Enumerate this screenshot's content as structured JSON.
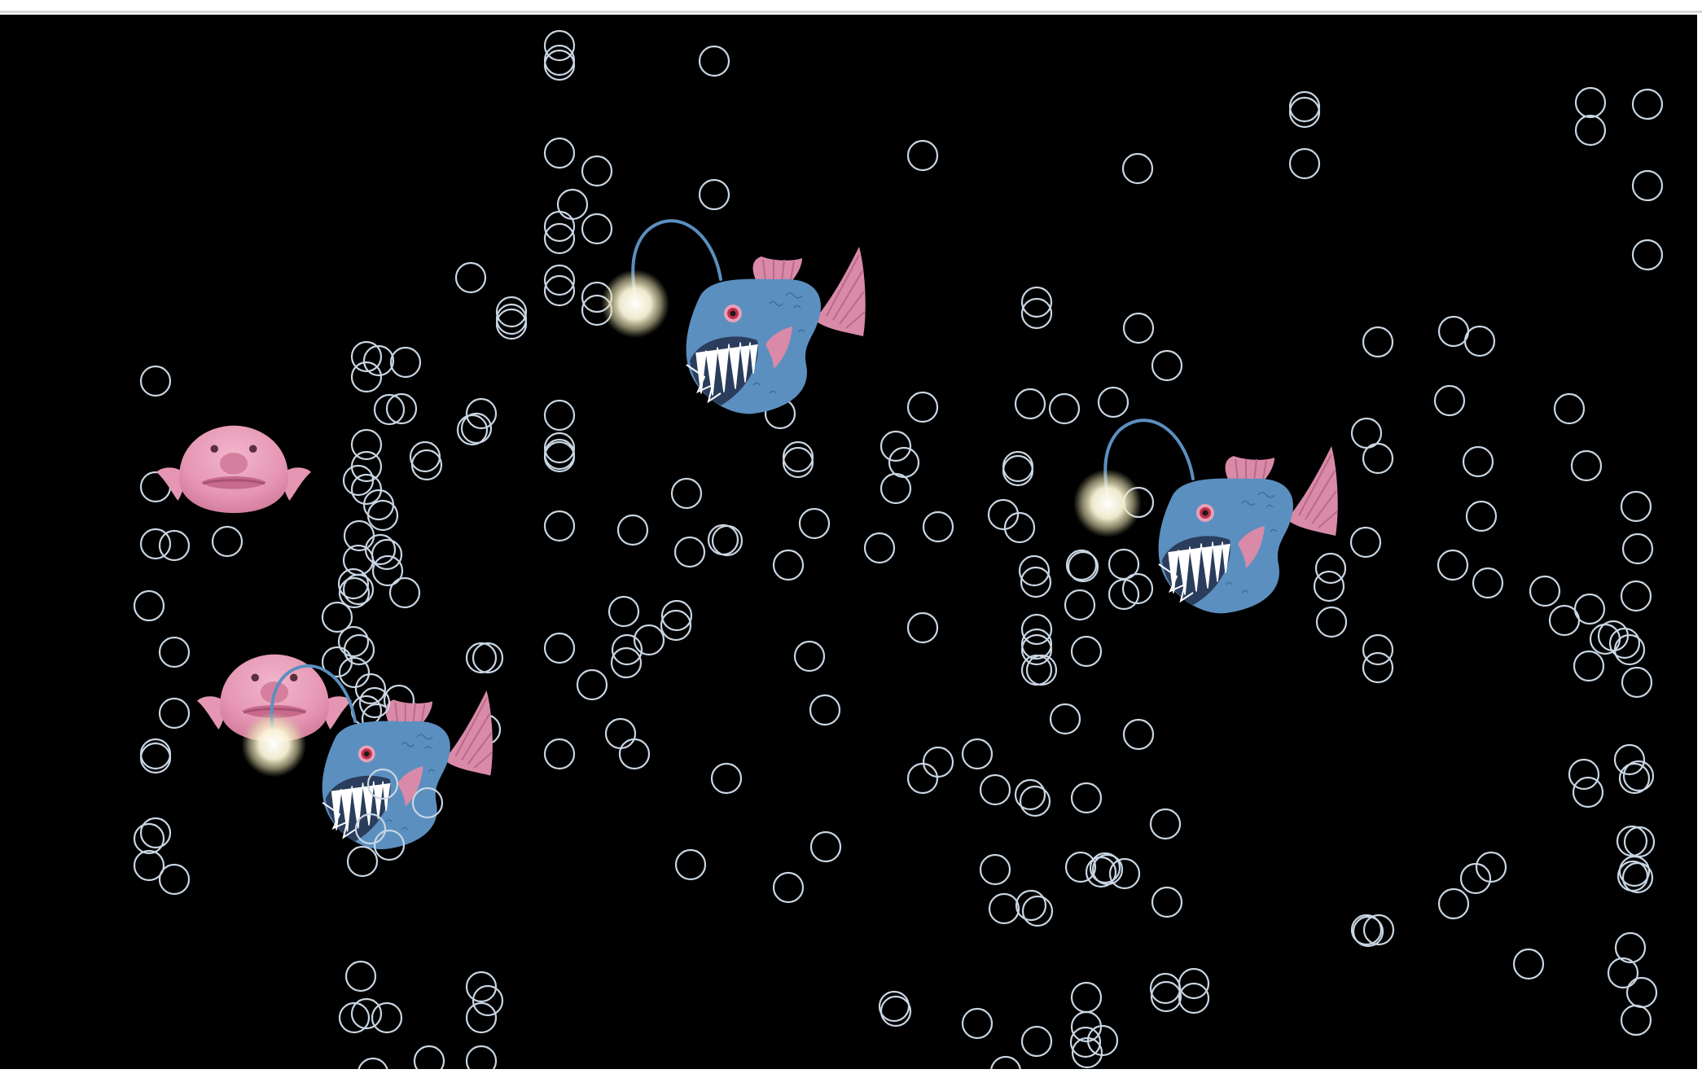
{
  "scene": {
    "background_color": "#000000",
    "bubble_color": "#c9d6e3",
    "anglerfish_body_color": "#5b8fbf",
    "fin_color": "#d98aa8",
    "blobfish_color": "#e59ab4",
    "lure_glow_color": "#fffbe0"
  },
  "sprites": {
    "anglerfish": {
      "name": "anglerfish",
      "icon": "anglerfish-icon",
      "count": 3
    },
    "blobfish": {
      "name": "blobfish",
      "icon": "blobfish-icon",
      "count": 2
    },
    "bubble": {
      "name": "bubble",
      "icon": "bubble-icon"
    }
  }
}
